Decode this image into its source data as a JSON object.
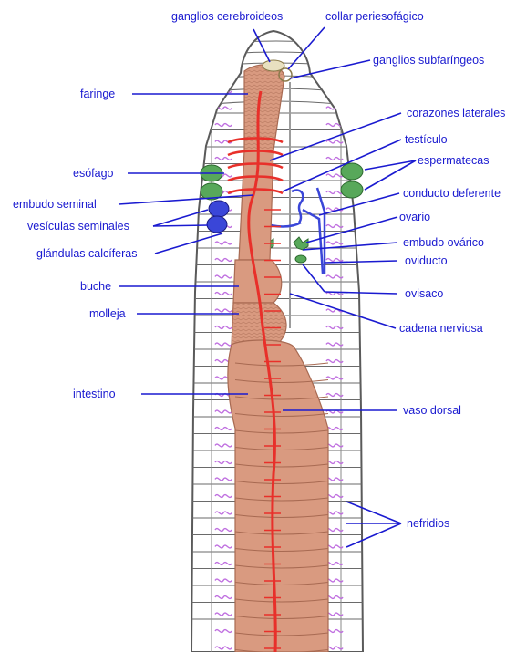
{
  "colors": {
    "label": "#1a1ad0",
    "body_outline": "#5a5a5a",
    "gut": "#d99a80",
    "gut_outline": "#a86a52",
    "vessel": "#e8302a",
    "nephridia": "#c070e0",
    "green_organs": "#58a85a",
    "blue_organs": "#3a46d8",
    "nerve": "#9c9c9c"
  },
  "labels": {
    "ganglios_cerebroideos": "ganglios cerebroideos",
    "collar_periesofagico": "collar periesofágico",
    "ganglios_subfaringeos": "ganglios subfaríngeos",
    "faringe": "faringe",
    "corazones_laterales": "corazones laterales",
    "testiculo": "testículo",
    "esofago": "esófago",
    "espermatecas": "espermatecas",
    "embudo_seminal": "embudo seminal",
    "conducto_deferente": "conducto deferente",
    "vesiculas_seminales": "vesículas seminales",
    "ovario": "ovario",
    "glandulas_calciferas": "glándulas calcíferas",
    "embudo_ovarico": "embudo ovárico",
    "oviducto": "oviducto",
    "buche": "buche",
    "ovisaco": "ovisaco",
    "molleja": "molleja",
    "cadena_nerviosa": "cadena nerviosa",
    "intestino": "intestino",
    "vaso_dorsal": "vaso dorsal",
    "nefridios": "nefridios"
  }
}
